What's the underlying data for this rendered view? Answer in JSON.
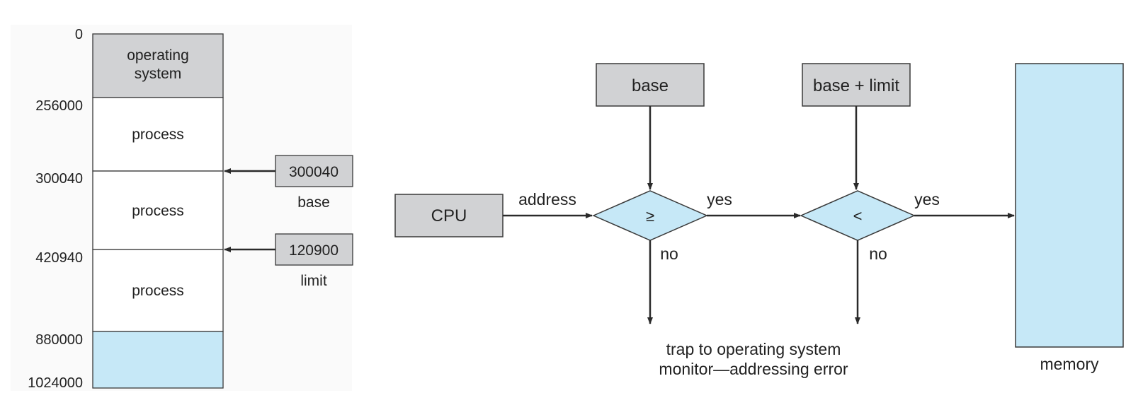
{
  "memory_map": {
    "addresses": [
      "0",
      "256000",
      "300040",
      "420940",
      "880000",
      "1024000"
    ],
    "os_label_line1": "operating",
    "os_label_line2": "system",
    "process_labels": [
      "process",
      "process",
      "process"
    ],
    "base_register": {
      "value": "300040",
      "label": "base"
    },
    "limit_register": {
      "value": "120900",
      "label": "limit"
    }
  },
  "flow": {
    "cpu": "CPU",
    "address_label": "address",
    "base_box": "base",
    "base_limit_box": "base + limit",
    "compare_ge": "≥",
    "compare_lt": "<",
    "yes_1": "yes",
    "yes_2": "yes",
    "no_1": "no",
    "no_2": "no",
    "trap_line1": "trap to operating system",
    "trap_line2": "monitor—addressing error",
    "memory": "memory"
  },
  "colors": {
    "gray_box": "#d1d2d4",
    "light_blue": "#c6e8f7",
    "panel_bg": "#fafafa",
    "stroke": "#3a3a3a"
  }
}
